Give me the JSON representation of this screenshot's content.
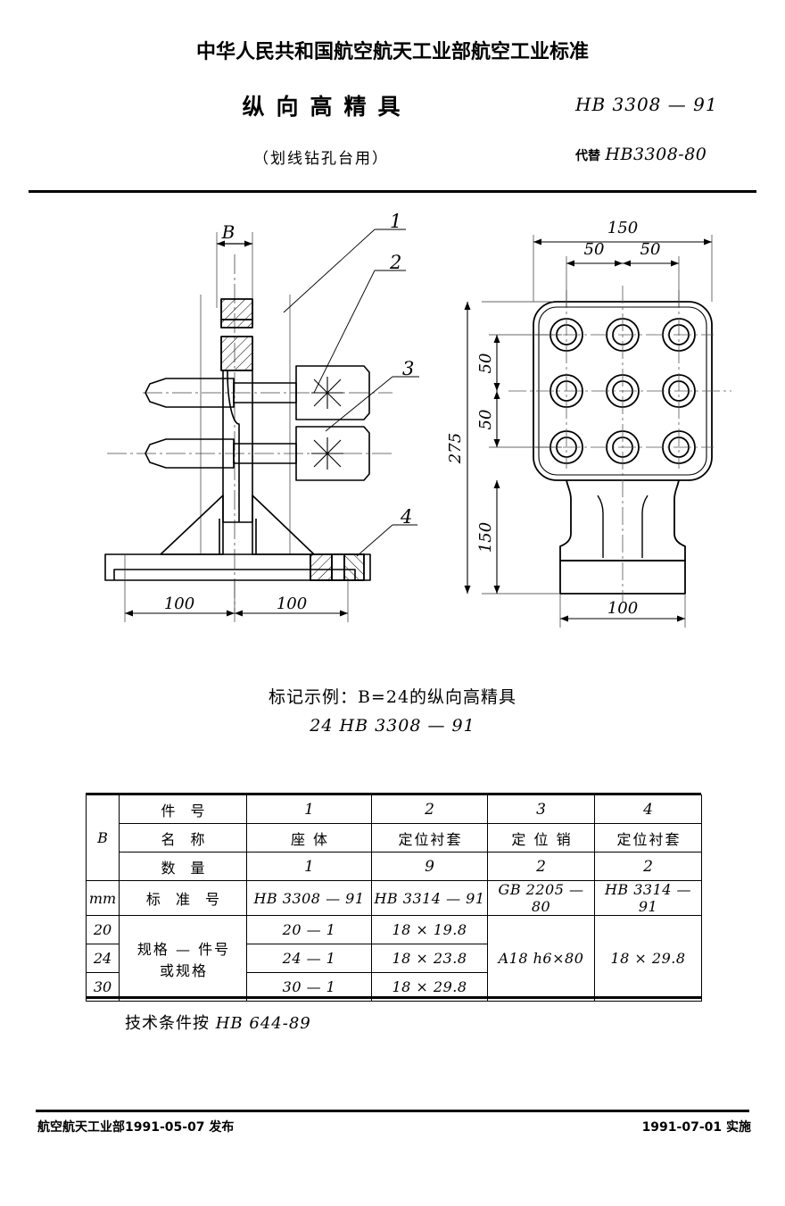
{
  "header": {
    "organization": "中华人民共和国航空航天工业部航空工业标准",
    "title": "纵向高精具",
    "subtitle": "（划线钻孔台用）",
    "standard_code": "HB  3308 — 91",
    "replaces_label": "代替",
    "replaces_code": "HB3308-80"
  },
  "drawing": {
    "front_view": {
      "labels": [
        "1",
        "2",
        "3",
        "4"
      ],
      "dim_B": "B",
      "dim_left_100": "100",
      "dim_right_100": "100"
    },
    "side_view": {
      "dim_150_top": "150",
      "dim_50_left": "50",
      "dim_50_right": "50",
      "dim_50_v_upper": "50",
      "dim_50_v_lower": "50",
      "dim_275": "275",
      "dim_150_v": "150",
      "dim_100_bottom": "100",
      "hole_count": 9
    }
  },
  "marking": {
    "line1": "标记示例：B=24的纵向高精具",
    "line2": "24 HB 3308 — 91"
  },
  "table": {
    "b_header": "B",
    "b_unit": "mm",
    "b_values": [
      "20",
      "24",
      "30"
    ],
    "row_labels": {
      "part_no": "件  号",
      "name": "名  称",
      "quantity": "数  量",
      "standard_no": "标 准 号",
      "spec_line1": "规格 — 件号",
      "spec_line2": "或规格"
    },
    "columns": [
      {
        "part_no": "1",
        "name": "座   体",
        "quantity": "1",
        "standard_no": "HB 3308 — 91",
        "specs": [
          "20 — 1",
          "24 — 1",
          "30 — 1"
        ]
      },
      {
        "part_no": "2",
        "name": "定位衬套",
        "quantity": "9",
        "standard_no": "HB 3314 — 91",
        "specs": [
          "18 × 19.8",
          "18 × 23.8",
          "18 × 29.8"
        ]
      },
      {
        "part_no": "3",
        "name": "定 位 销",
        "quantity": "2",
        "standard_no": "GB 2205 — 80",
        "specs_merged": "A18 h6×80"
      },
      {
        "part_no": "4",
        "name": "定位衬套",
        "quantity": "2",
        "standard_no": "HB 3314 — 91",
        "specs_merged": "18 × 29.8"
      }
    ]
  },
  "note": {
    "text": "技术条件按 ",
    "code": "HB 644-89"
  },
  "footer": {
    "left": "航空航天工业部1991-05-07  发布",
    "right": "1991-07-01  实施"
  },
  "colors": {
    "ink": "#000000",
    "paper": "#ffffff"
  }
}
